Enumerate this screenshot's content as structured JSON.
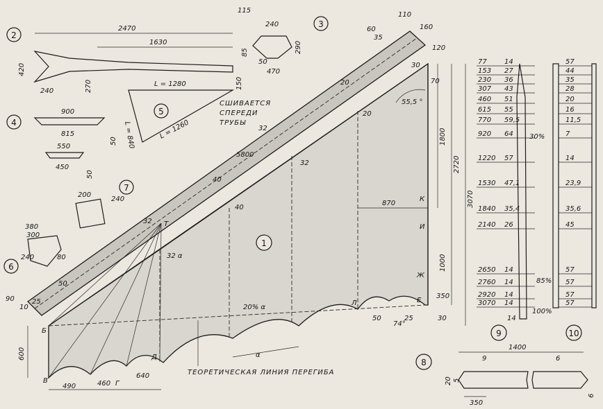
{
  "sail_label": "1",
  "parts": {
    "p2": {
      "num": "2",
      "dims": [
        "2470",
        "1630",
        "420",
        "240",
        "270"
      ]
    },
    "p3": {
      "num": "3",
      "dims": [
        "115",
        "240",
        "85",
        "290",
        "50",
        "470",
        "150"
      ]
    },
    "p4": {
      "num": "4",
      "dims": [
        "900",
        "815",
        "550",
        "450",
        "50",
        "50"
      ]
    },
    "p5": {
      "num": "5",
      "dims": [
        "L = 1280",
        "L = 840",
        "L = 1260"
      ]
    },
    "p6": {
      "num": "6",
      "dims": [
        "380",
        "300",
        "240",
        "80"
      ]
    },
    "p7": {
      "num": "7",
      "dims": [
        "200",
        "240"
      ]
    },
    "p8": {
      "num": "8",
      "dims": [
        "1400",
        "9",
        "6",
        "20",
        "5",
        "350",
        "6"
      ]
    },
    "p9": {
      "num": "9",
      "left": [
        "77",
        "153",
        "230",
        "307",
        "460",
        "615",
        "770",
        "920",
        "1220",
        "1530",
        "1840",
        "2140",
        "2650",
        "2760",
        "2920",
        "3070"
      ],
      "right": [
        "14",
        "27",
        "36",
        "43",
        "51",
        "55",
        "59,5",
        "64",
        "57",
        "47,1",
        "35,4",
        "26",
        "14",
        "14",
        "14",
        "14"
      ],
      "notes": [
        "30%",
        "85%",
        "100%",
        "14"
      ]
    },
    "p10": {
      "num": "10",
      "values": [
        "57",
        "44",
        "35",
        "28",
        "20",
        "16",
        "11,5",
        "7",
        "14",
        "23,9",
        "35,6",
        "45",
        "57",
        "57",
        "57",
        "57"
      ]
    }
  },
  "sail": {
    "letters": {
      "b": "Б",
      "v": "В",
      "g": "Г",
      "d": "Д",
      "l": "Л",
      "e": "Е",
      "zh": "Ж",
      "i": "И",
      "k": "К",
      "t": "Т"
    },
    "top_dims": [
      "60",
      "35",
      "110",
      "160",
      "120",
      "30",
      "20",
      "70",
      "20",
      "32",
      "32",
      "32",
      "40",
      "40",
      "5800",
      "32 α"
    ],
    "right_dims": [
      "55,5 °",
      "1800",
      "2720",
      "3070",
      "870",
      "1000",
      "350"
    ],
    "bottom_dims": [
      "490",
      "460",
      "640",
      "600",
      "20% α",
      "α",
      "50",
      "74°",
      "25",
      "30"
    ],
    "left_dims": [
      "90",
      "10",
      "25",
      "50"
    ],
    "note_seam": [
      "СШИВАЕТСЯ",
      "СПЕРЕДИ",
      "ТРУБЫ"
    ],
    "note_fold": "ТЕОРЕТИЧЕСКАЯ ЛИНИЯ ПЕРЕГИБА"
  }
}
